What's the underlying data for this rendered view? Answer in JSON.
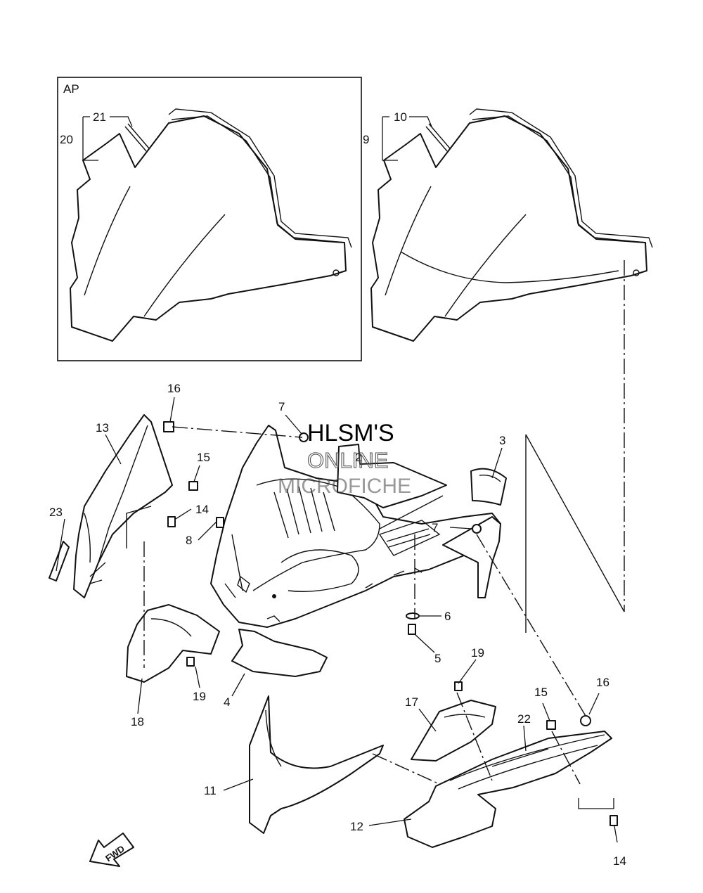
{
  "inset": {
    "label": "AP"
  },
  "watermark": {
    "line1": "HLSM'S",
    "line2": "ONLINE",
    "line3": "MICROFICHE"
  },
  "fwd_arrow": {
    "label": "FWD"
  },
  "callouts": {
    "c20": "20",
    "c21": "21",
    "c9": "9",
    "c10": "10",
    "c16a": "16",
    "c13": "13",
    "c15a": "15",
    "c14a": "14",
    "c23": "23",
    "c8": "8",
    "c7a": "7",
    "c2": "2",
    "c3": "3",
    "c7b": "7",
    "c6": "6",
    "c5": "5",
    "c19a": "19",
    "c18": "18",
    "c4": "4",
    "c19b": "19",
    "c17": "17",
    "c15b": "15",
    "c22": "22",
    "c16b": "16",
    "c11": "11",
    "c12": "12",
    "c14b": "14"
  }
}
